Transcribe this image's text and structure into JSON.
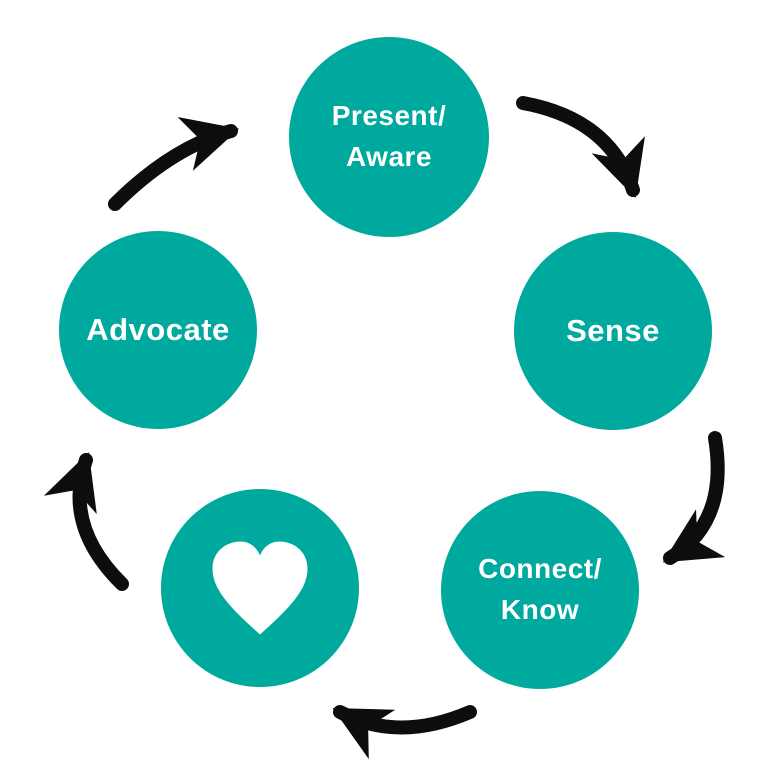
{
  "diagram": {
    "type": "cycle",
    "background_color": "#ffffff",
    "node_color": "#00a99d",
    "text_color": "#ffffff",
    "arrow_color": "#0d0d0d",
    "nodes": [
      {
        "id": "present-aware",
        "label": "Present/\nAware",
        "position": "top"
      },
      {
        "id": "sense",
        "label": "Sense",
        "position": "right"
      },
      {
        "id": "connect-know",
        "label": "Connect/\nKnow",
        "position": "bottom-right"
      },
      {
        "id": "heart",
        "label": "",
        "icon": "heart-icon",
        "position": "bottom-left"
      },
      {
        "id": "advocate",
        "label": "Advocate",
        "position": "left"
      }
    ],
    "edges": [
      {
        "from": "advocate",
        "to": "present-aware"
      },
      {
        "from": "present-aware",
        "to": "sense"
      },
      {
        "from": "sense",
        "to": "connect-know"
      },
      {
        "from": "connect-know",
        "to": "heart"
      },
      {
        "from": "heart",
        "to": "advocate"
      }
    ]
  }
}
